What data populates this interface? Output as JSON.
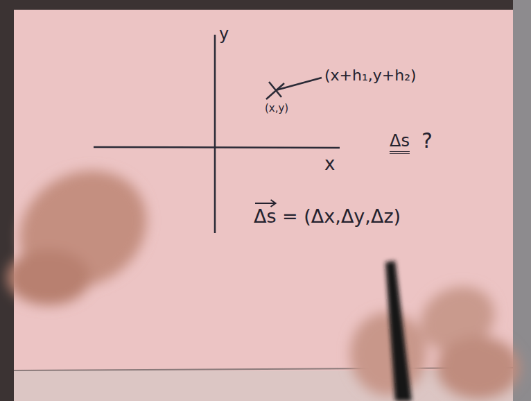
{
  "diagram": {
    "labels": [
      "y",
      "x",
      "(x+h₁,y+h₂)",
      "(x,y)",
      "Δs",
      "?",
      "Δs = (Δx,Δy,Δz)"
    ]
  }
}
